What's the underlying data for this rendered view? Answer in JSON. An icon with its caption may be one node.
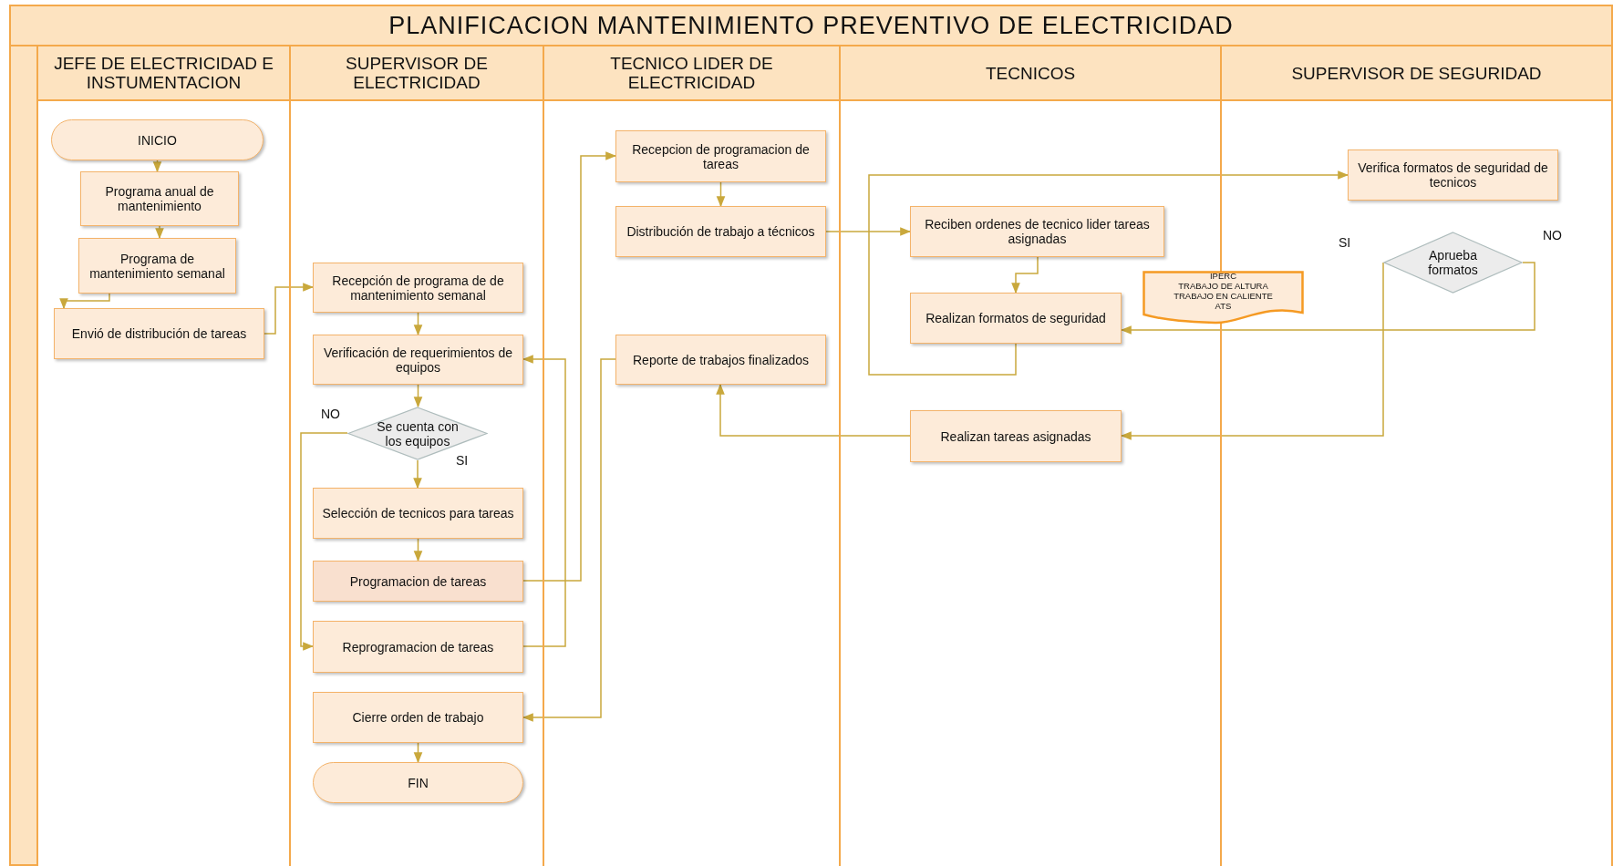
{
  "diagram": {
    "title": "PLANIFICACION MANTENIMIENTO PREVENTIVO DE ELECTRICIDAD",
    "nodes": [
      {
        "text": [
          "JEFE DE ELECTRICIDAD E INSTUMENTACION"
        ]
      },
      {
        "text": [
          "SUPERVISOR DE ELECTRICIDAD"
        ]
      },
      {
        "text": [
          "TECNICO LIDER DE ELECTRICIDAD"
        ]
      },
      {
        "text": [
          "TECNICOS"
        ]
      },
      {
        "text": [
          "SUPERVISOR DE SEGURIDAD"
        ]
      },
      {
        "text": [
          "INICIO"
        ],
        "in": 0
      },
      {
        "text": [
          "Programa anual de mantenimiento"
        ],
        "in": 0
      },
      {
        "text": [
          "Programa de mantenimiento semanal"
        ],
        "in": 0
      },
      {
        "text": [
          "Envió de distribución de tareas"
        ],
        "in": 0
      },
      {
        "text": [
          "Recepción de programa de de mantenimiento semanal"
        ],
        "in": 1
      },
      {
        "text": [
          "Verificación de requerimientos de equipos"
        ],
        "in": 1
      },
      {
        "text": [
          "Se cuenta con los equipos"
        ],
        "in": 1
      },
      {
        "text": [
          "Selección de tecnicos para tareas"
        ],
        "in": 1
      },
      {
        "text": [
          "Programacion de tareas"
        ],
        "in": 1
      },
      {
        "text": [
          "Reprogramacion de tareas"
        ],
        "in": 1
      },
      {
        "text": [
          "Cierre orden de trabajo"
        ],
        "in": 1
      },
      {
        "text": [
          "FIN"
        ],
        "in": 1
      },
      {
        "text": [
          "Recepcion de programacion de tareas"
        ],
        "in": 2
      },
      {
        "text": [
          "Distribución de trabajo a técnicos"
        ],
        "in": 2
      },
      {
        "text": [
          "Reporte de trabajos finalizados"
        ],
        "in": 2
      },
      {
        "text": [
          "Reciben ordenes de tecnico lider tareas asignadas"
        ],
        "in": 3
      },
      {
        "text": [
          "Realizan formatos de seguridad"
        ],
        "in": 3
      },
      {
        "text": [
          "Realizan tareas asignadas"
        ],
        "in": 3
      },
      {
        "text": [
          "IPERC",
          "TRABAJO DE ALTURA",
          "TRABAJO EN CALIENTE",
          "ATS"
        ]
      },
      {
        "text": [
          "Verifica formatos de seguridad de tecnicos"
        ],
        "in": 4
      },
      {
        "text": [
          "Aprueba formatos"
        ],
        "in": 4
      }
    ],
    "edges": [
      {
        "from": 5,
        "to": 6,
        "arrow": "to"
      },
      {
        "from": 6,
        "to": 7,
        "arrow": "to"
      },
      {
        "from": 7,
        "to": 8,
        "arrow": "to"
      },
      {
        "from": 8,
        "to": 9,
        "arrow": "to"
      },
      {
        "from": 9,
        "to": 10,
        "arrow": "to"
      },
      {
        "from": 10,
        "to": 11,
        "arrow": "to"
      },
      {
        "from": 11,
        "to": 12,
        "arrow": "to",
        "label": "SI"
      },
      {
        "from": 11,
        "to": 14,
        "arrow": "to",
        "label": "NO"
      },
      {
        "from": 12,
        "to": 13,
        "arrow": "to"
      },
      {
        "from": 13,
        "to": 17,
        "arrow": "to"
      },
      {
        "from": 14,
        "to": 10,
        "arrow": "to"
      },
      {
        "from": 19,
        "to": 15,
        "arrow": "to"
      },
      {
        "from": 15,
        "to": 16,
        "arrow": "to"
      },
      {
        "from": 17,
        "to": 18,
        "arrow": "to"
      },
      {
        "from": 18,
        "to": 20,
        "arrow": "to"
      },
      {
        "from": 20,
        "to": 21,
        "arrow": "to"
      },
      {
        "from": 21,
        "to": 24,
        "arrow": "to"
      },
      {
        "from": 25,
        "to": 22,
        "arrow": "to",
        "label": "SI"
      },
      {
        "from": 25,
        "to": 21,
        "arrow": "to",
        "label": "NO"
      },
      {
        "from": 22,
        "to": 19,
        "arrow": "to"
      }
    ]
  }
}
